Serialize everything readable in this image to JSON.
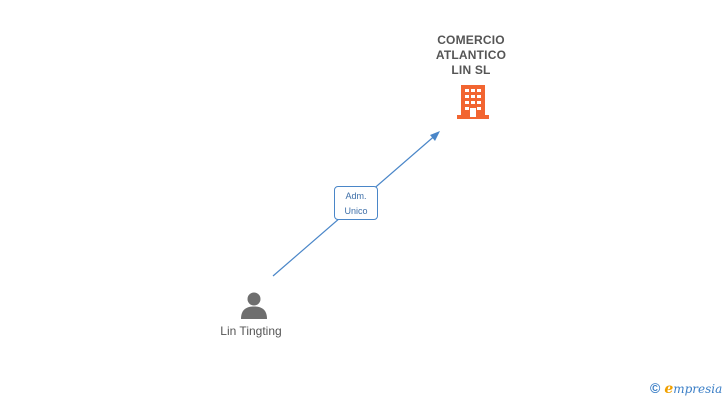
{
  "company": {
    "name_lines": [
      "COMERCIO",
      "ATLANTICO",
      "LIN SL"
    ],
    "icon": "building-icon",
    "icon_color": "#f26531"
  },
  "relation": {
    "role_lines": [
      "Adm.",
      "Unico"
    ],
    "line_color": "#4a86c8"
  },
  "person": {
    "name": "Lin Tingting",
    "icon": "person-icon",
    "icon_color": "#6e6e6e"
  },
  "watermark": {
    "copyright_symbol": "©",
    "brand_initial": "e",
    "brand_rest": "mpresia"
  }
}
